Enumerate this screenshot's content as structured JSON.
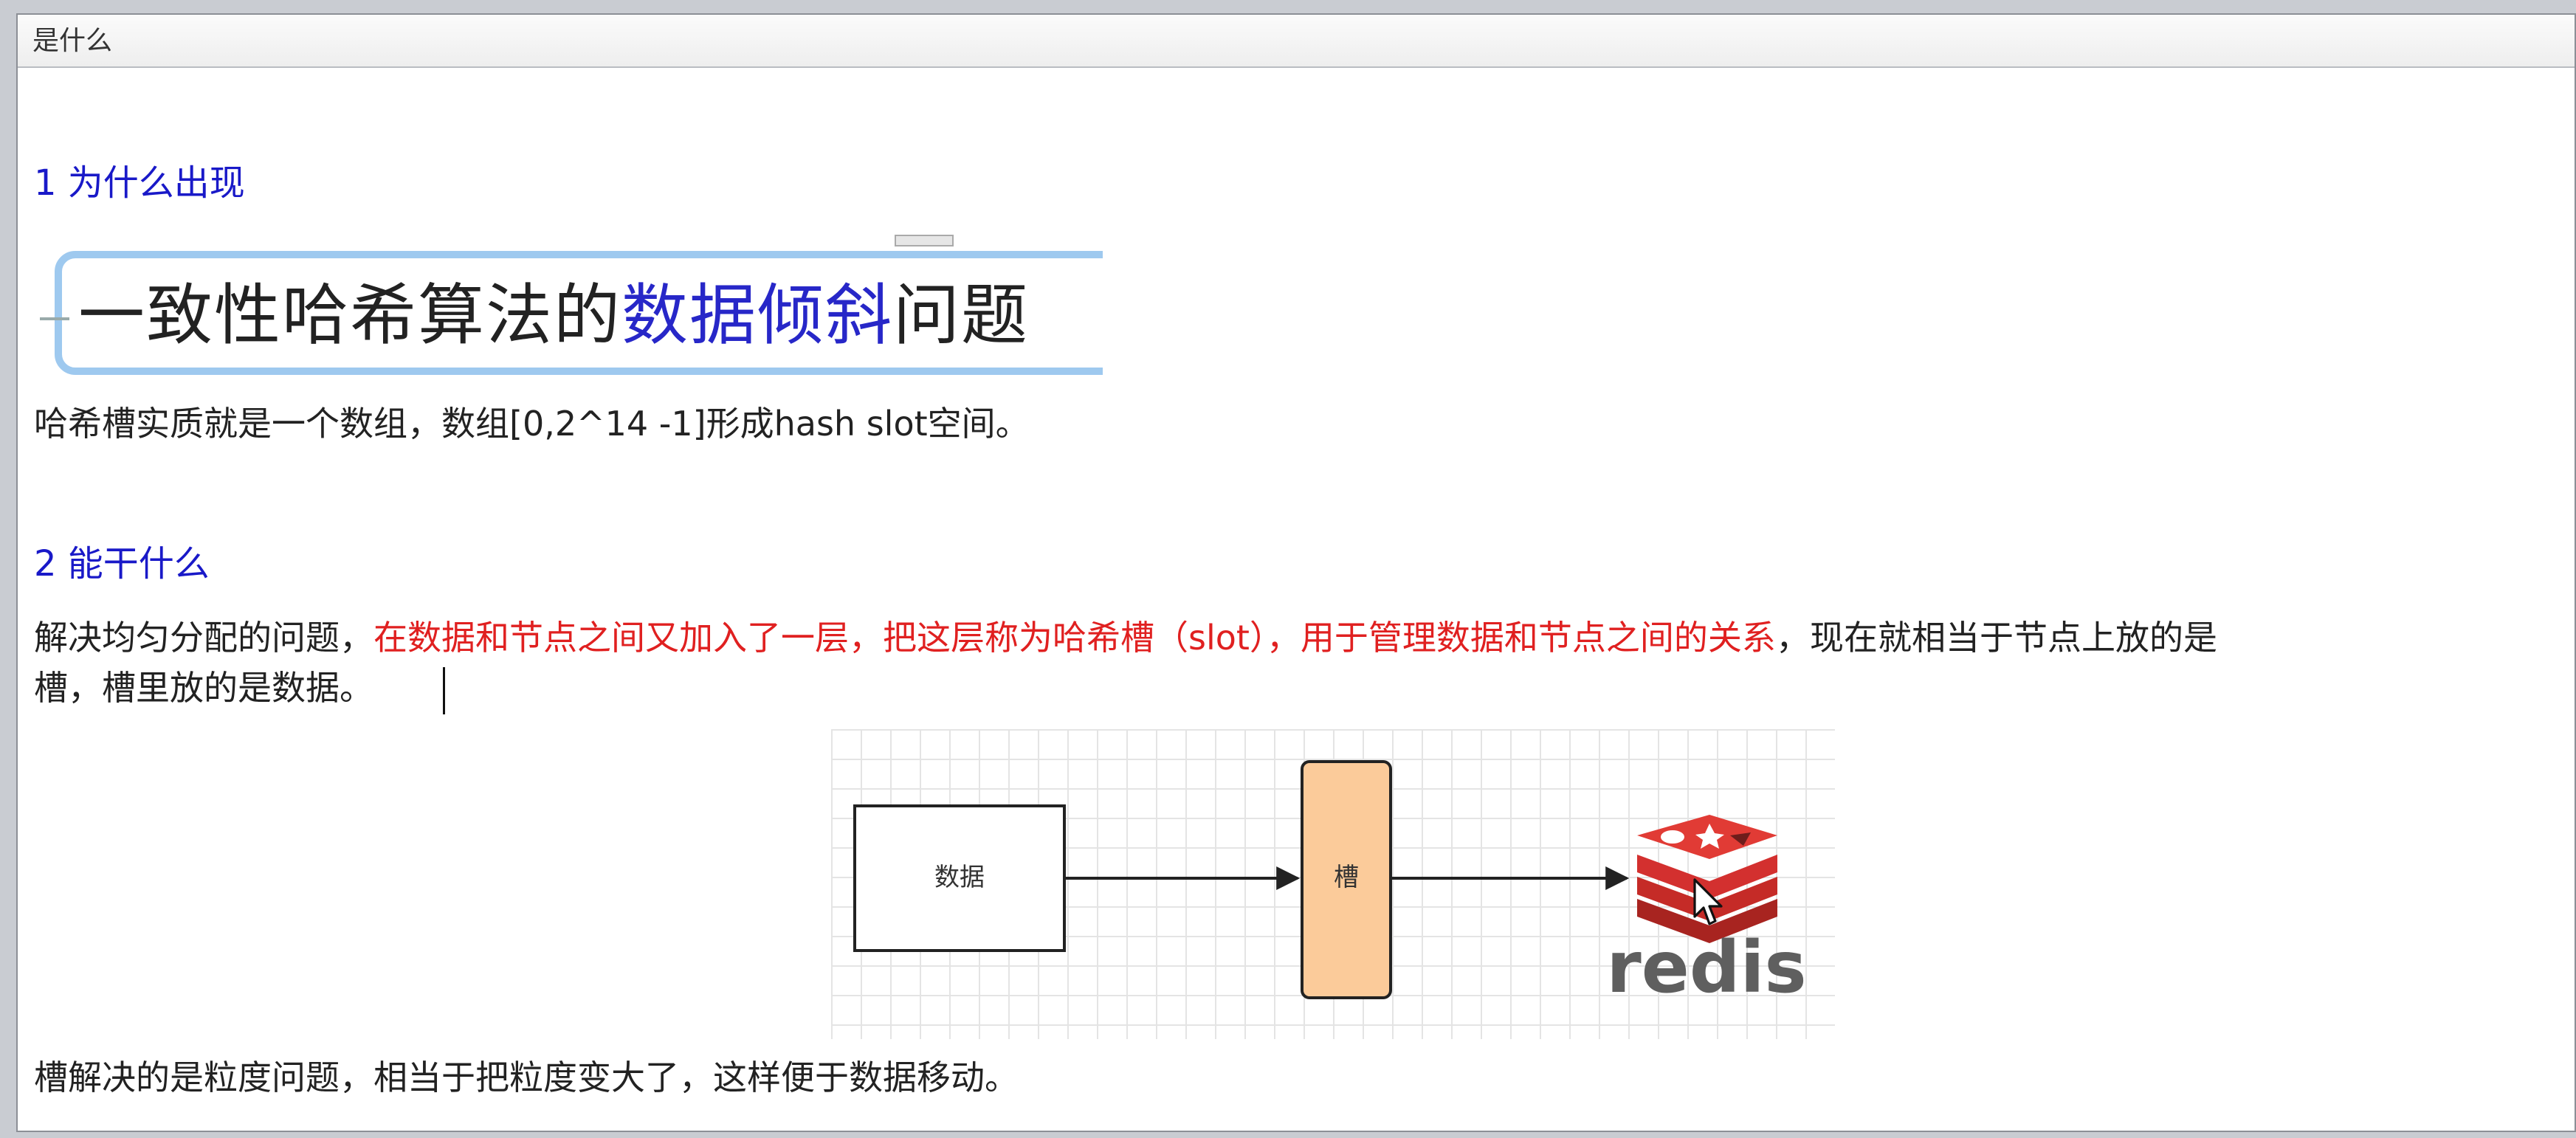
{
  "window": {
    "title": "是什么"
  },
  "sections": {
    "s1_heading": "1 为什么出现",
    "banner": {
      "text_before": "一致性哈希算法的",
      "text_highlight": "数据倾斜",
      "text_after": "问题"
    },
    "s1_para": "哈希槽实质就是一个数组，数组[0,2^14 -1]形成hash slot空间。",
    "s2_heading": "2 能干什么",
    "s2_para_line1_a": "解决均匀分配的问题，",
    "s2_para_line1_red": "在数据和节点之间又加入了一层，把这层称为哈希槽（slot），用于管理数据和节点之间的关系",
    "s2_para_line1_b": "，现在就相当于节点上放的是",
    "s2_para_line2": "槽，槽里放的是数据。",
    "diagram": {
      "box_data_label": "数据",
      "box_slot_label": "槽",
      "logo_text": "redis"
    },
    "s3_para": "槽解决的是粒度问题，相当于把粒度变大了，这样便于数据移动。"
  },
  "colors": {
    "heading_blue": "#1919c8",
    "highlight_red": "#e02020",
    "slot_fill": "#fbcb9a",
    "redis_red": "#d3302f",
    "redis_text": "#5f5f5f"
  },
  "icons": {
    "logo": "redis-logo-icon",
    "cursor": "mouse-pointer-icon"
  }
}
